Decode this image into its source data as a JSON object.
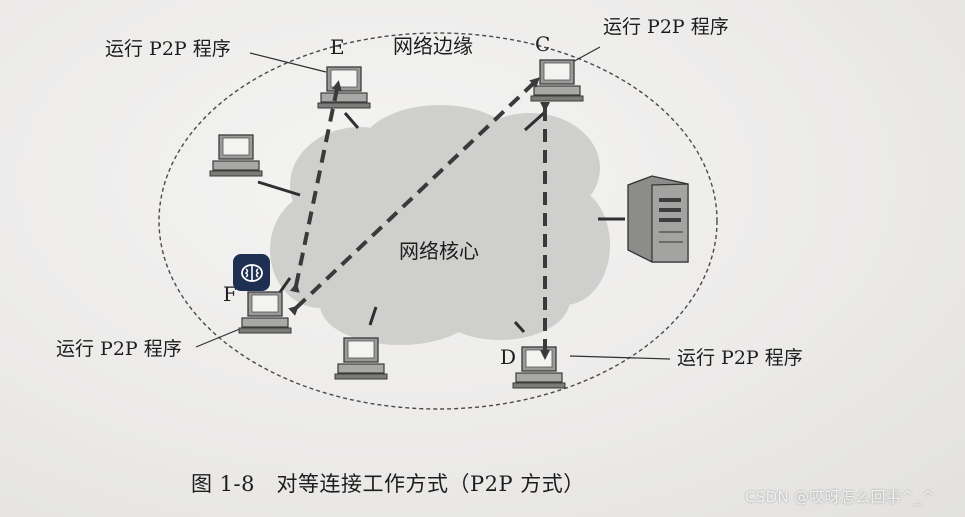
{
  "diagram": {
    "regions": {
      "edge": "网络边缘",
      "core": "网络核心"
    },
    "nodes": {
      "E": "E",
      "C": "C",
      "F": "F",
      "D": "D"
    },
    "run_labels": {
      "E": "运行 P2P 程序",
      "C": "运行 P2P 程序",
      "F": "运行 P2P 程序",
      "D": "运行 P2P 程序"
    }
  },
  "caption": "图 1-8　对等连接工作方式（P2P 方式）",
  "watermark": "CSDN @哎呀怎么回事^_^",
  "colors": {
    "arrow": "#3a3a3a",
    "cloud": "#cfcfcd",
    "badge": "#1e2f52"
  },
  "icons": [
    "computer-icon",
    "server-icon",
    "brain-icon"
  ]
}
